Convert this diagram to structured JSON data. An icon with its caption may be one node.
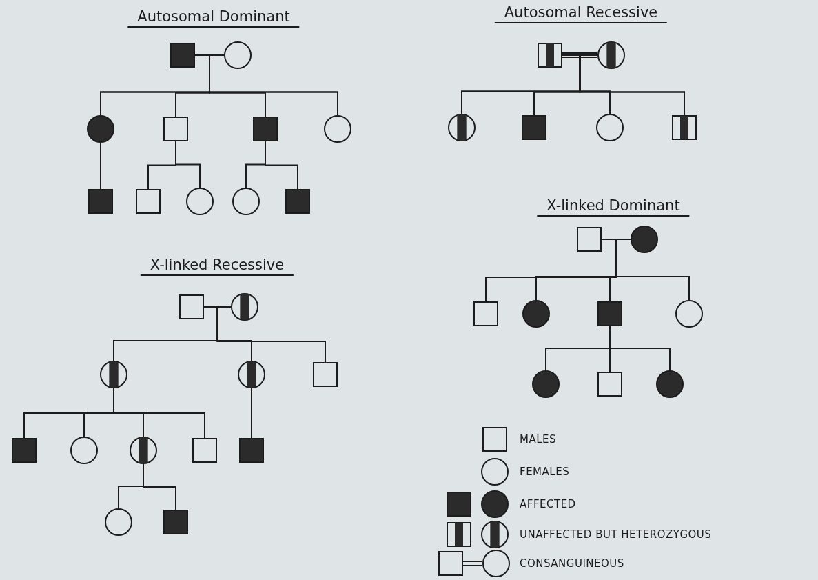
{
  "diagram": {
    "nodes": [
      {
        "text": [],
        "shape": "box"
      },
      {
        "text": [],
        "shape": "circle"
      },
      {
        "text": [],
        "shape": "circle"
      },
      {
        "text": [],
        "shape": "box"
      },
      {
        "text": [],
        "shape": "box"
      },
      {
        "text": [],
        "shape": "circle"
      },
      {
        "text": [],
        "shape": "box"
      },
      {
        "text": [],
        "shape": "box"
      },
      {
        "text": [],
        "shape": "circle"
      },
      {
        "text": [],
        "shape": "circle"
      },
      {
        "text": [],
        "shape": "box"
      },
      {
        "text": [],
        "shape": "box"
      },
      {
        "text": [],
        "shape": "circle"
      },
      {
        "text": [],
        "shape": "circle"
      },
      {
        "text": [],
        "shape": "box"
      },
      {
        "text": [],
        "shape": "circle"
      },
      {
        "text": [],
        "shape": "box"
      },
      {
        "text": [],
        "shape": "box"
      },
      {
        "text": [],
        "shape": "circle"
      },
      {
        "text": [],
        "shape": "box"
      },
      {
        "text": [],
        "shape": "circle"
      },
      {
        "text": [],
        "shape": "box"
      },
      {
        "text": [],
        "shape": "circle"
      },
      {
        "text": [],
        "shape": "circle"
      },
      {
        "text": [],
        "shape": "box"
      },
      {
        "text": [],
        "shape": "circle"
      },
      {
        "text": [],
        "shape": "box"
      },
      {
        "text": [],
        "shape": "circle"
      },
      {
        "text": [],
        "shape": "circle"
      },
      {
        "text": [],
        "shape": "circle"
      },
      {
        "text": [],
        "shape": "box"
      },
      {
        "text": [],
        "shape": "box"
      },
      {
        "text": [],
        "shape": "circle"
      },
      {
        "text": [],
        "shape": "circle"
      },
      {
        "text": [],
        "shape": "box"
      },
      {
        "text": [],
        "shape": "box"
      },
      {
        "text": [],
        "shape": "circle"
      },
      {
        "text": [],
        "shape": "box"
      }
    ],
    "edges": [
      {
        "from": 0,
        "to": 1,
        "arrow": "none"
      },
      {
        "from": 0,
        "to": 2,
        "arrow": "none"
      },
      {
        "from": 1,
        "to": 2,
        "arrow": "none"
      },
      {
        "from": 0,
        "to": 3,
        "arrow": "none"
      },
      {
        "from": 1,
        "to": 3,
        "arrow": "none"
      },
      {
        "from": 0,
        "to": 4,
        "arrow": "none"
      },
      {
        "from": 1,
        "to": 4,
        "arrow": "none"
      },
      {
        "from": 0,
        "to": 5,
        "arrow": "none"
      },
      {
        "from": 1,
        "to": 5,
        "arrow": "none"
      },
      {
        "from": 2,
        "to": 6,
        "arrow": "none"
      },
      {
        "from": 3,
        "to": 7,
        "arrow": "none"
      },
      {
        "from": 3,
        "to": 8,
        "arrow": "none"
      },
      {
        "from": 4,
        "to": 9,
        "arrow": "none"
      },
      {
        "from": 4,
        "to": 10,
        "arrow": "none"
      },
      {
        "from": 11,
        "to": 12,
        "arrow": "none"
      },
      {
        "from": 11,
        "to": 13,
        "arrow": "none"
      },
      {
        "from": 12,
        "to": 13,
        "arrow": "none"
      },
      {
        "from": 11,
        "to": 14,
        "arrow": "none"
      },
      {
        "from": 12,
        "to": 14,
        "arrow": "none"
      },
      {
        "from": 11,
        "to": 15,
        "arrow": "none"
      },
      {
        "from": 12,
        "to": 15,
        "arrow": "none"
      },
      {
        "from": 11,
        "to": 16,
        "arrow": "none"
      },
      {
        "from": 12,
        "to": 16,
        "arrow": "none"
      },
      {
        "from": 17,
        "to": 18,
        "arrow": "none"
      },
      {
        "from": 17,
        "to": 19,
        "arrow": "none"
      },
      {
        "from": 18,
        "to": 19,
        "arrow": "none"
      },
      {
        "from": 17,
        "to": 20,
        "arrow": "none"
      },
      {
        "from": 18,
        "to": 20,
        "arrow": "none"
      },
      {
        "from": 17,
        "to": 21,
        "arrow": "none"
      },
      {
        "from": 18,
        "to": 21,
        "arrow": "none"
      },
      {
        "from": 17,
        "to": 22,
        "arrow": "none"
      },
      {
        "from": 18,
        "to": 22,
        "arrow": "none"
      },
      {
        "from": 21,
        "to": 23,
        "arrow": "none"
      },
      {
        "from": 21,
        "to": 24,
        "arrow": "none"
      },
      {
        "from": 21,
        "to": 25,
        "arrow": "none"
      },
      {
        "from": 26,
        "to": 27,
        "arrow": "none"
      },
      {
        "from": 26,
        "to": 28,
        "arrow": "none"
      },
      {
        "from": 27,
        "to": 28,
        "arrow": "none"
      },
      {
        "from": 26,
        "to": 29,
        "arrow": "none"
      },
      {
        "from": 27,
        "to": 29,
        "arrow": "none"
      },
      {
        "from": 26,
        "to": 30,
        "arrow": "none"
      },
      {
        "from": 27,
        "to": 30,
        "arrow": "none"
      },
      {
        "from": 28,
        "to": 31,
        "arrow": "none"
      },
      {
        "from": 28,
        "to": 32,
        "arrow": "none"
      },
      {
        "from": 28,
        "to": 33,
        "arrow": "none"
      },
      {
        "from": 28,
        "to": 34,
        "arrow": "none"
      },
      {
        "from": 29,
        "to": 35,
        "arrow": "none"
      },
      {
        "from": 33,
        "to": 36,
        "arrow": "none"
      },
      {
        "from": 33,
        "to": 37,
        "arrow": "none"
      }
    ],
    "labels": [
      "Autosomal Dominant",
      "Autosomal Recessive",
      "X-linked Dominant",
      "X-linked Recessive"
    ],
    "legend": [
      {
        "text": "MALES"
      },
      {
        "text": "FEMALES"
      },
      {
        "text": "AFFECTED"
      },
      {
        "text": "UNAFFECTED BUT HETEROZYGOUS"
      },
      {
        "text": "CONSANGUINEOUS"
      }
    ]
  }
}
